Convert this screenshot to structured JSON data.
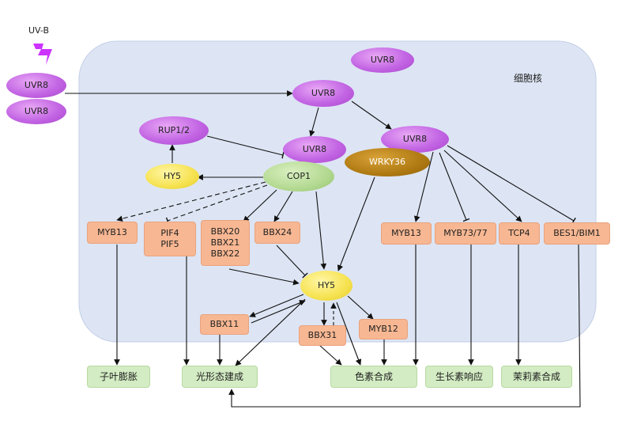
{
  "uvb_label": "UV-B",
  "nucleus_label": "细胞核",
  "nodes": {
    "uvr8_out_1": "UVR8",
    "uvr8_out_2": "UVR8",
    "uvr8_top": "UVR8",
    "uvr8_mid": "UVR8",
    "uvr8_cop": "UVR8",
    "uvr8_right": "UVR8",
    "rup": "RUP1/2",
    "hy5_left": "HY5",
    "cop1": "COP1",
    "wrky36": "WRKY36",
    "hy5_center": "HY5",
    "myb13_left": "MYB13",
    "pif": [
      "PIF4",
      "PIF5"
    ],
    "bbx_group": [
      "BBX20",
      "BBX21",
      "BBX22"
    ],
    "bbx24": "BBX24",
    "myb13_right": "MYB13",
    "myb73": "MYB73/77",
    "tcp4": "TCP4",
    "bes1": "BES1/BIM1",
    "bbx11": "BBX11",
    "bbx31": "BBX31",
    "myb12": "MYB12"
  },
  "outputs": {
    "cotyledon": "子叶膨胀",
    "photomorph": "光形态建成",
    "pigment": "色素合成",
    "auxin": "生长素响应",
    "jasmonate": "茉莉素合成"
  },
  "colors": {
    "nucleus_fill": "#dde5f4",
    "uvr8": "#c366e4",
    "hy5": "#f6e24f",
    "cop1": "#b3d991",
    "wrky36": "#b07a12",
    "tf_box": "#f7b792",
    "output_box": "#d3ecc3",
    "lightning": "#cc33ff"
  }
}
